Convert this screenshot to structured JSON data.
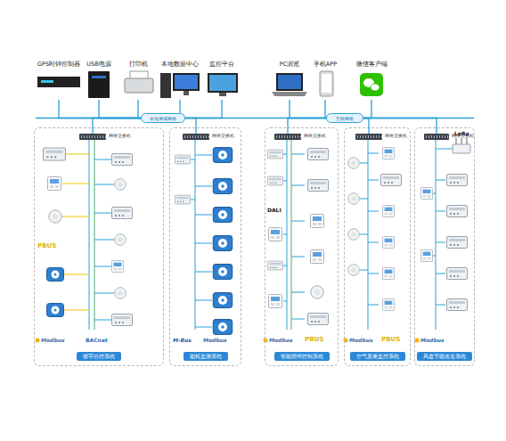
{
  "diagram": {
    "nodes": [
      {
        "text": [
          "GPS时钟控制器"
        ]
      },
      {
        "text": [
          "USB电源"
        ]
      },
      {
        "text": [
          "打印机"
        ]
      },
      {
        "text": [
          "本地数据中心"
        ]
      },
      {
        "text": [
          "监控平台"
        ]
      },
      {
        "text": [
          "PC浏览"
        ]
      },
      {
        "text": [
          "手机APP"
        ]
      },
      {
        "text": [
          "微信客户端"
        ]
      },
      {
        "text": [
          "本地局域网络"
        ]
      },
      {
        "text": [
          "互联网络"
        ]
      },
      {
        "text": [
          "楼宇自控系统"
        ]
      },
      {
        "text": [
          "网络交换机"
        ],
        "in": 10
      },
      {
        "text": [
          "能耗监测系统"
        ]
      },
      {
        "text": [
          "网络交换机"
        ],
        "in": 12
      },
      {
        "text": [
          "智能照明控制系统"
        ]
      },
      {
        "text": [
          "网络交换机"
        ],
        "in": 14
      },
      {
        "text": [
          "空气质量监控系统"
        ]
      },
      {
        "text": [
          "网络交换机"
        ],
        "in": 16
      },
      {
        "text": [
          "风盘节能改造系统"
        ]
      },
      {
        "text": [
          "网络交换机"
        ],
        "in": 18
      }
    ],
    "edges": [
      {
        "from": 0,
        "to": 8,
        "arrow": "none"
      },
      {
        "from": 1,
        "to": 8,
        "arrow": "none"
      },
      {
        "from": 2,
        "to": 8,
        "arrow": "none"
      },
      {
        "from": 3,
        "to": 8,
        "arrow": "none"
      },
      {
        "from": 4,
        "to": 8,
        "arrow": "none"
      },
      {
        "from": 5,
        "to": 9,
        "arrow": "none"
      },
      {
        "from": 6,
        "to": 9,
        "arrow": "none"
      },
      {
        "from": 7,
        "to": 9,
        "arrow": "none"
      },
      {
        "from": 11,
        "to": 8,
        "arrow": "none"
      },
      {
        "from": 13,
        "to": 8,
        "arrow": "none"
      },
      {
        "from": 15,
        "to": 9,
        "arrow": "none"
      },
      {
        "from": 17,
        "to": 9,
        "arrow": "none"
      },
      {
        "from": 19,
        "to": 9,
        "arrow": "none"
      }
    ],
    "labels": [
      "PBUS",
      "Modbus",
      "BACnet",
      "M-Bus",
      "Modbus",
      "DALI",
      "Modbus",
      "PBUS",
      "Modbus",
      "PBUS",
      "Modbus",
      "LoRa"
    ]
  }
}
